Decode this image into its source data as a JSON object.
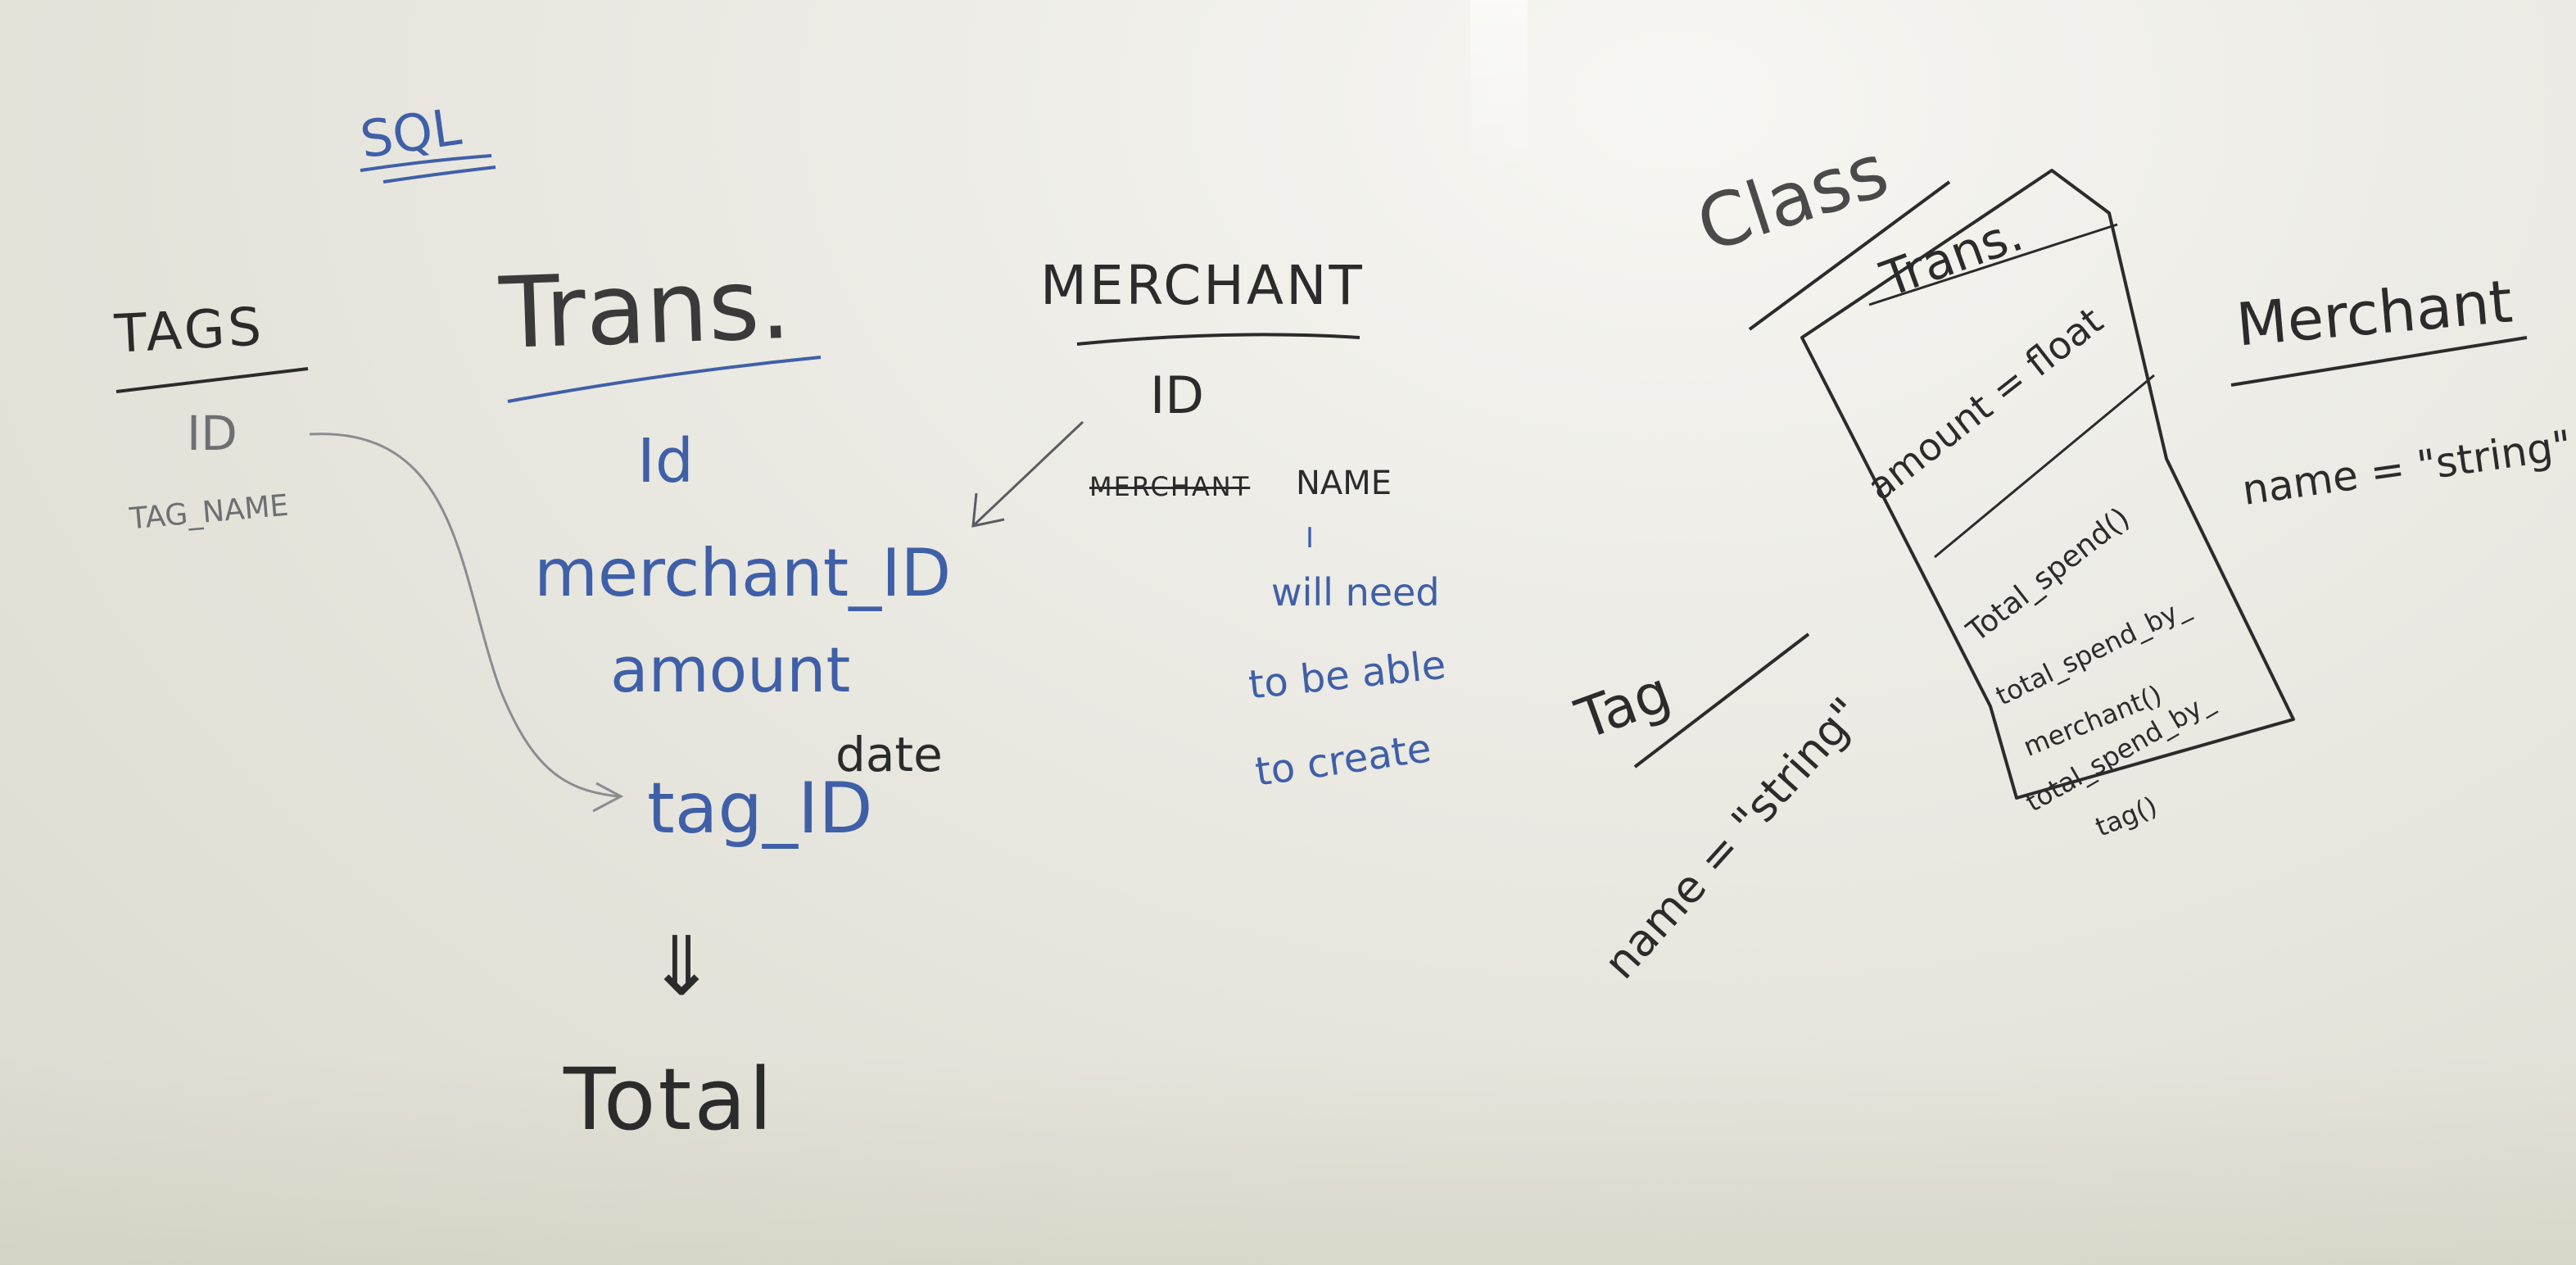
{
  "sql": {
    "heading": "SQL",
    "tags": {
      "title": "TAGS",
      "fields": [
        "ID",
        "TAG_NAME"
      ]
    },
    "trans": {
      "title": "Trans.",
      "fields": [
        "Id",
        "merchant_ID",
        "amount",
        "date",
        "tag_ID"
      ]
    },
    "merchant": {
      "title": "MERCHANT",
      "fields": [
        "ID",
        "NAME"
      ],
      "struck": "MERCHANT"
    },
    "note_lines": [
      "I",
      "will need",
      "to be able",
      "to create"
    ],
    "result": {
      "arrow": "⇓",
      "label": "Total"
    }
  },
  "class_diagram": {
    "heading": "Class",
    "trans": {
      "title": "Trans.",
      "attribute": "amount = float",
      "methods": [
        "Total_spend()",
        "total_spend_by_",
        "merchant()",
        "total_spend_by_",
        "tag()"
      ]
    },
    "merchant": {
      "title": "Merchant",
      "attribute": "name = \"string\""
    },
    "tag": {
      "title": "Tag",
      "attribute": "name = \"string\""
    }
  },
  "colors": {
    "board": "#e8e7e0",
    "black_marker": "#2b2b2b",
    "blue_marker": "#3f5fa8",
    "grey_marker": "#6d6f73"
  }
}
